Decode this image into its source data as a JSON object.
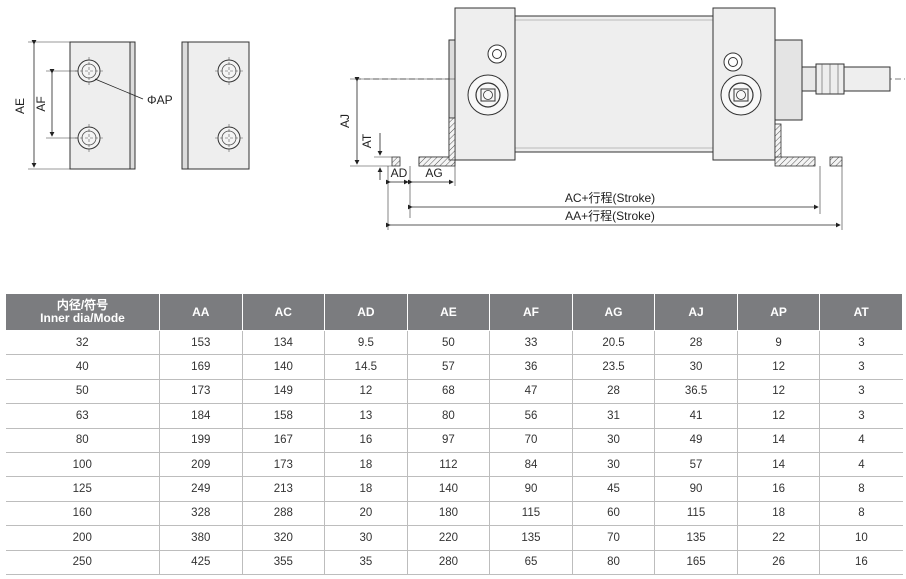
{
  "drawing": {
    "left_labels": {
      "ae": "AE",
      "af": "AF",
      "phi_ap": "ΦAP"
    },
    "right_labels": {
      "aj": "AJ",
      "at": "AT",
      "ad": "AD",
      "ag": "AG",
      "ac_stroke": "AC+行程(Stroke)",
      "aa_stroke": "AA+行程(Stroke)"
    }
  },
  "table": {
    "header_first_line1": "内径/符号",
    "header_first_line2": "Inner dia/Mode",
    "columns": [
      "AA",
      "AC",
      "AD",
      "AE",
      "AF",
      "AG",
      "AJ",
      "AP",
      "AT"
    ],
    "rows": [
      [
        "32",
        "153",
        "134",
        "9.5",
        "50",
        "33",
        "20.5",
        "28",
        "9",
        "3"
      ],
      [
        "40",
        "169",
        "140",
        "14.5",
        "57",
        "36",
        "23.5",
        "30",
        "12",
        "3"
      ],
      [
        "50",
        "173",
        "149",
        "12",
        "68",
        "47",
        "28",
        "36.5",
        "12",
        "3"
      ],
      [
        "63",
        "184",
        "158",
        "13",
        "80",
        "56",
        "31",
        "41",
        "12",
        "3"
      ],
      [
        "80",
        "199",
        "167",
        "16",
        "97",
        "70",
        "30",
        "49",
        "14",
        "4"
      ],
      [
        "100",
        "209",
        "173",
        "18",
        "112",
        "84",
        "30",
        "57",
        "14",
        "4"
      ],
      [
        "125",
        "249",
        "213",
        "18",
        "140",
        "90",
        "45",
        "90",
        "16",
        "8"
      ],
      [
        "160",
        "328",
        "288",
        "20",
        "180",
        "115",
        "60",
        "115",
        "18",
        "8"
      ],
      [
        "200",
        "380",
        "320",
        "30",
        "220",
        "135",
        "70",
        "135",
        "22",
        "10"
      ],
      [
        "250",
        "425",
        "355",
        "35",
        "280",
        "65",
        "80",
        "165",
        "26",
        "16"
      ]
    ]
  },
  "colors": {
    "header_bg": "#7b7c7f",
    "part_fill": "#eeeeee",
    "line": "#222222"
  }
}
